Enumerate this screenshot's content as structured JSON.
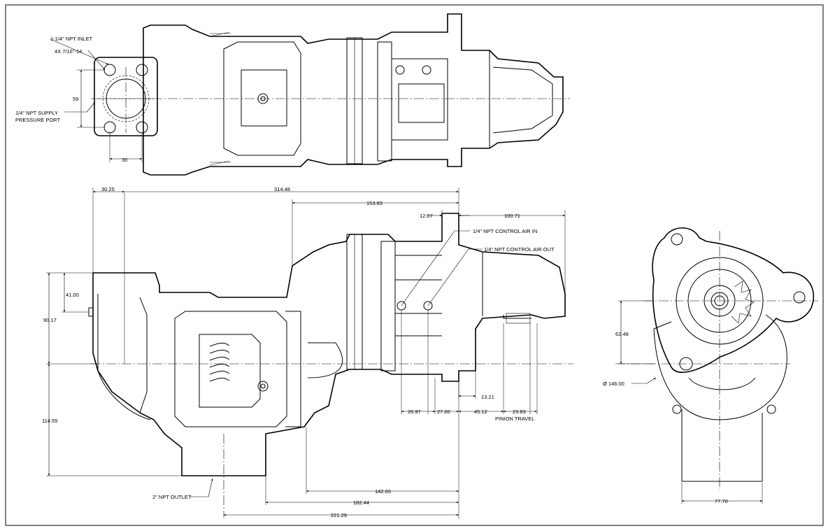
{
  "callouts": {
    "inlet": "1-1/4\" NPT INLET",
    "bolts": "4X 7/16\"-14",
    "supply_port_line1": "1/4\" NPT SUPPLY",
    "supply_port_line2": "PRESSURE PORT",
    "control_air_in": "1/4\" NPT CONTROL AIR IN",
    "control_air_out": "1/4\" NPT CONTROL AIR OUT",
    "outlet": "2\" NPT OUTLET",
    "pinion_travel": "PINION TRAVEL"
  },
  "dimensions": {
    "top_59": "59",
    "top_30": "30",
    "d_30_25": "30.25",
    "d_314_48": "314.48",
    "d_153_83": "153.83",
    "d_12_07": "12.07",
    "d_100_71": "100.71",
    "d_41_00": "41.00",
    "d_90_17": "90.17",
    "d_114_55": "114.55",
    "d_13_21": "13.21",
    "d_26_97": "26.97",
    "d_27_00": "27.00",
    "d_45_12": "45.12",
    "d_23_83": "23.83",
    "d_142_65": "142.65",
    "d_182_44": "182.44",
    "d_221_29": "221.29",
    "d_62_48": "62.48",
    "d_146_00": "Ø 146.00",
    "d_77_70": "77.70"
  }
}
